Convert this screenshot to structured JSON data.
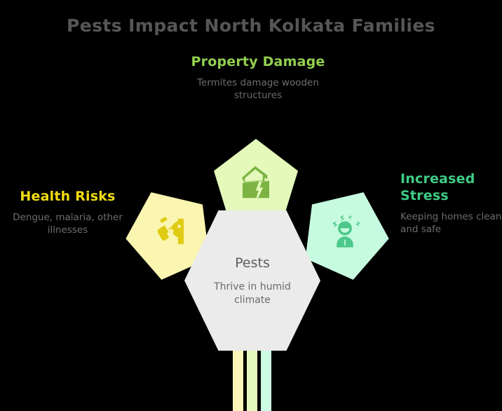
{
  "title": "Pests Impact North Kolkata Families",
  "center": {
    "name": "center-node",
    "title": "Pests",
    "description": "Thrive in humid climate",
    "shape": "hexagon",
    "fill": "#ebebeb"
  },
  "branches": [
    {
      "id": "property-damage",
      "heading": "Property Damage",
      "description": "Termites damage wooden structures",
      "heading_color": "#92d050",
      "pentagon_fill": "#e4f9ba",
      "icon_color": "#7cb342",
      "icon_name": "cracked-house-icon",
      "position": "top"
    },
    {
      "id": "health-risks",
      "heading": "Health Risks",
      "description": "Dengue, malaria, other illnesses",
      "heading_color": "#f2dc12",
      "pentagon_fill": "#faf5b0",
      "icon_color": "#dfcb12",
      "icon_name": "inhaler-person-icon",
      "position": "left"
    },
    {
      "id": "increased-stress",
      "heading": "Increased Stress",
      "description": "Keeping homes clean and safe",
      "heading_color": "#3ecd85",
      "pentagon_fill": "#c7fbe0",
      "icon_color": "#4cc98a",
      "icon_name": "stressed-person-icon",
      "position": "right"
    }
  ],
  "stems": [
    {
      "name": "stem-health",
      "color": "#fdf6b8"
    },
    {
      "name": "stem-property",
      "color": "#e5f9bc"
    },
    {
      "name": "stem-stress",
      "color": "#ccfce4"
    }
  ],
  "background_color": "#000000"
}
